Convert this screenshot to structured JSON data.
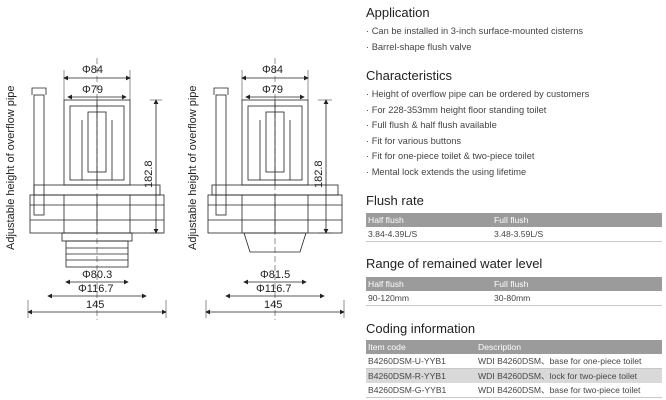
{
  "drawings": {
    "left": {
      "top_dim": "Φ84",
      "second_dim": "Φ79",
      "height_dim": "182.8",
      "inner_bottom_dim": "Φ80.3",
      "outer_bottom_dim": "Φ116.7",
      "width_dim": "145",
      "side_label": "Adjustable height of overflow pipe"
    },
    "right": {
      "top_dim": "Φ84",
      "second_dim": "Φ79",
      "height_dim": "182.8",
      "inner_bottom_dim": "Φ81.5",
      "outer_bottom_dim": "Φ116.7",
      "width_dim": "145",
      "side_label": "Adjustable height of overflow pipe"
    }
  },
  "application": {
    "title": "Application",
    "items": [
      "Can be installed in 3-inch surface-mounted cisterns",
      "Barrel-shape flush valve"
    ]
  },
  "characteristics": {
    "title": "Characteristics",
    "items": [
      "Height of overflow pipe can be ordered by customers",
      "For 228-353mm height floor standing toilet",
      "Full flush & half flush available",
      "Fit for various buttons",
      "Fit for one-piece toilet & two-piece toilet",
      "Mental lock extends the using lifetime"
    ]
  },
  "flush_rate": {
    "title": "Flush rate",
    "headers": [
      "Half flush",
      "Full flush"
    ],
    "values": [
      "3.84-4.39L/S",
      "3.48-3.59L/S"
    ]
  },
  "remained_water": {
    "title": "Range of remained water level",
    "headers": [
      "Half flush",
      "Full flush"
    ],
    "values": [
      "90-120mm",
      "30-80mm"
    ]
  },
  "coding": {
    "title": "Coding information",
    "headers": [
      "Item code",
      "Description"
    ],
    "rows": [
      {
        "code": "B4260DSM-U-YYB1",
        "desc": "WDI  B4260DSM、base for one-piece toilet"
      },
      {
        "code": "B4260DSM-R-YYB1",
        "desc": "WDI  B4260DSM、lock for two-piece toilet"
      },
      {
        "code": "B4260DSM-G-YYB1",
        "desc": "WDI  B4260DSM、base for two-piece toilet"
      }
    ]
  }
}
